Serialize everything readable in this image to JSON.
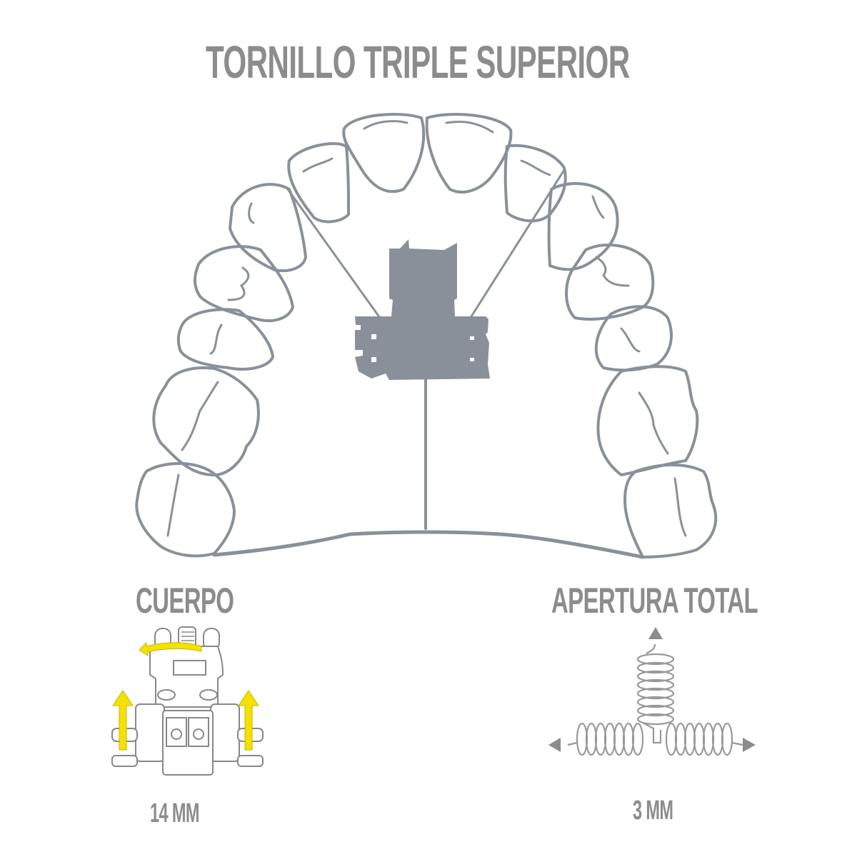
{
  "title": "TORNILLO TRIPLE SUPERIOR",
  "sections": {
    "body": {
      "label": "CUERPO",
      "measurement": "14 MM"
    },
    "total_opening": {
      "label": "APERTURA TOTAL",
      "measurement": "3 MM"
    }
  },
  "colors": {
    "text": "#8c8c8c",
    "outline": "#8a9099",
    "screw_fill": "#8a9099",
    "arrow_accent": "#f5e100",
    "spring": "#999999"
  },
  "icons": {
    "dental_arch": "upper-dental-arch-illustration",
    "expansion_screw": "triple-expansion-screw",
    "screw_body": "screw-body-with-arrows",
    "springs": "three-way-spring-expansion"
  }
}
